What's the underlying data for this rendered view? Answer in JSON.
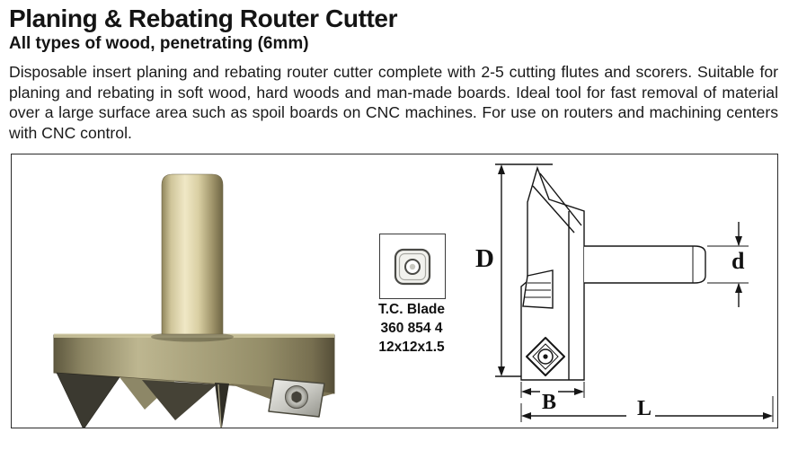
{
  "header": {
    "title": "Planing & Rebating Router Cutter",
    "subtitle": "All types of wood, penetrating (6mm)"
  },
  "description": "Disposable insert planing and rebating router cutter complete with 2-5 cutting flutes and scorers. Suitable for planing and rebating in soft wood, hard woods and man-made boards. Ideal tool for fast removal of material over a large surface area such as spoil boards on CNC machines. For use on routers and machining centers with CNC control.",
  "blade": {
    "name": "T.C. Blade",
    "code": "360 854 4",
    "size": "12x12x1.5"
  },
  "diagram": {
    "labels": {
      "diameter": "D",
      "shank": "d",
      "body": "B",
      "length": "L"
    }
  },
  "icons": {
    "tc_blade_insert": "rounded-square-insert-with-center-hole"
  },
  "colors": {
    "tool_body_tan": "#d9cfa3",
    "tool_head_olive": "#a9a27c",
    "line_art": "#161616",
    "text": "#141414"
  }
}
